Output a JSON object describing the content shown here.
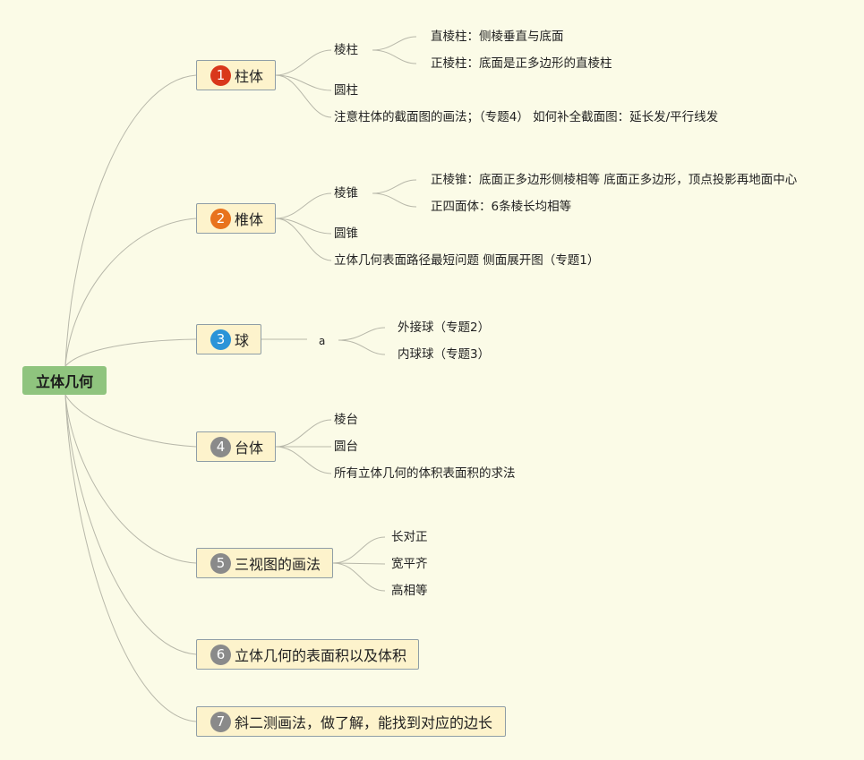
{
  "root": {
    "label": "立体几何"
  },
  "topics": [
    {
      "num": "1",
      "label": "柱体",
      "badge_color": "#d9371b"
    },
    {
      "num": "2",
      "label": "椎体",
      "badge_color": "#e8731e"
    },
    {
      "num": "3",
      "label": "球",
      "badge_color": "#2b94d8"
    },
    {
      "num": "4",
      "label": "台体",
      "badge_color": "#8a8a8a"
    },
    {
      "num": "5",
      "label": "三视图的画法",
      "badge_color": "#8a8a8a"
    },
    {
      "num": "6",
      "label": "立体几何的表面积以及体积",
      "badge_color": "#8a8a8a"
    },
    {
      "num": "7",
      "label": "斜二测画法，做了解，能找到对应的边长",
      "badge_color": "#8a8a8a"
    }
  ],
  "t1": {
    "prism": "棱柱",
    "prism_children": [
      "直棱柱：侧棱垂直与底面",
      "正棱柱：底面是正多边形的直棱柱"
    ],
    "cylinder": "圆柱",
    "note": "注意柱体的截面图的画法；（专题4） 如何补全截面图：延长发/平行线发"
  },
  "t2": {
    "pyramid": "棱锥",
    "pyramid_children": [
      "正棱锥：底面正多边形侧棱相等 底面正多边形，顶点投影再地面中心",
      "正四面体：6条棱长均相等"
    ],
    "cone": "圆锥",
    "note": "立体几何表面路径最短问题 侧面展开图（专题1）"
  },
  "t3": {
    "a": "a",
    "children": [
      "外接球（专题2）",
      "内球球（专题3）"
    ]
  },
  "t4": {
    "children": [
      "棱台",
      "圆台",
      "所有立体几何的体积表面积的求法"
    ]
  },
  "t5": {
    "children": [
      "长对正",
      "宽平齐",
      "高相等"
    ]
  }
}
